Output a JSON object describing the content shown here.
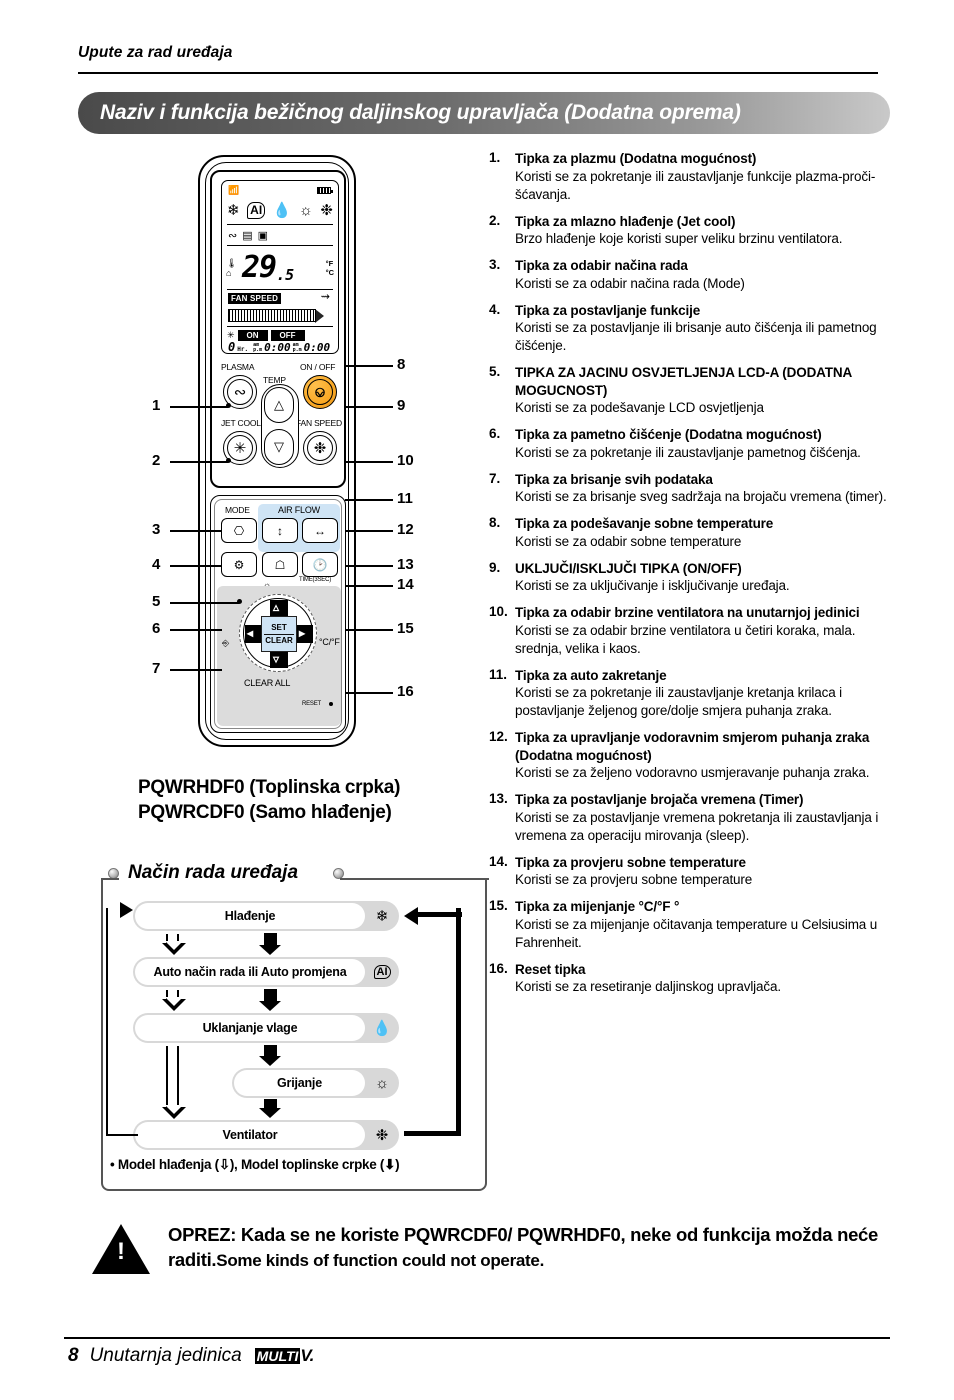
{
  "running_head": "Upute za rad uređaja",
  "title": "Naziv i funkcija bežičnog daljinskog upravljača (Dodatna oprema)",
  "remote": {
    "lcd": {
      "signal_icon": "signal-icon",
      "battery_icon": "battery-icon",
      "mode_icons": [
        "snowflake-icon",
        "ai-icon",
        "droplet-icon",
        "sun-icon",
        "fan-icon"
      ],
      "sub_icons": [
        "plasma-icon",
        "filter-icon",
        "clean-icon"
      ],
      "temp_whole": "29",
      "temp_decimal": ".5",
      "unit_f": "°F",
      "unit_c": "°C",
      "fan_speed_label": "FAN SPEED",
      "swing_icon": "swing-icon",
      "timer_star_icon": "star-icon",
      "timer_on": "ON",
      "timer_off": "OFF",
      "hour_digit": "0",
      "hour_unit": "Hr.",
      "am": "am",
      "pm": "p.m",
      "time_on": "0:00",
      "time_off": "0:00"
    },
    "buttons": {
      "plasma": "PLASMA",
      "temp": "TEMP",
      "on_off": "ON / OFF",
      "jet_cool": "JET COOL",
      "fan_speed": "FAN SPEED",
      "mode": "MODE",
      "air_flow": "AIR FLOW",
      "time_3sec": "TIME(3SEC)",
      "set": "SET",
      "clear": "CLEAR",
      "clear_all": "CLEAR ALL",
      "reset": "RESET",
      "celsius_fahrenheit": "°C/°F"
    },
    "callouts_left": [
      "1",
      "2",
      "3",
      "4",
      "5",
      "6",
      "7"
    ],
    "callouts_right": [
      "8",
      "9",
      "10",
      "11",
      "12",
      "13",
      "14",
      "15",
      "16"
    ]
  },
  "models": {
    "line1": "PQWRHDF0 (Toplinska crpka)",
    "line2": "PQWRCDF0 (Samo hlađenje)"
  },
  "flow": {
    "heading": "Način rada uređaja",
    "steps": [
      {
        "label": "Hlađenje",
        "icon": "snowflake-icon"
      },
      {
        "label": "Auto način rada ili Auto promjena",
        "icon": "ai-icon"
      },
      {
        "label": "Uklanjanje vlage",
        "icon": "droplet-icon"
      },
      {
        "label": "Grijanje",
        "icon": "sun-icon"
      },
      {
        "label": "Ventilator",
        "icon": "fan-icon"
      }
    ],
    "legend": "• Model hlađenja (⇩), Model toplinske crpke (⬇)"
  },
  "functions": [
    {
      "n": "1.",
      "head": "Tipka za plazmu (Dodatna mogućnost)",
      "body": "Koristi se za pokretanje ili zaustavljanje funkcije plazma-proči-šćavanja."
    },
    {
      "n": "2.",
      "head": "Tipka za mlazno hlađenje (Jet cool)",
      "body": "Brzo hlađenje koje koristi super veliku brzinu ventilatora."
    },
    {
      "n": "3.",
      "head": "Tipka za odabir načina rada",
      "body": "Koristi se za odabir načina rada (Mode)"
    },
    {
      "n": "4.",
      "head": "Tipka za postavljanje funkcije",
      "body": "Koristi se za postavljanje ili brisanje auto čišćenja ili pametnog čišćenje."
    },
    {
      "n": "5.",
      "head": "TIPKA ZA JACINU OSVJETLJENJA LCD-A (DODATNA MOGUCNOST)",
      "body": "Koristi se za podešavanje LCD osvjetljenja"
    },
    {
      "n": "6.",
      "head": "Tipka za pametno čišćenje (Dodatna mogućnost)",
      "body": "Koristi se za pokretanje ili zaustavljanje pametnog čišćenja."
    },
    {
      "n": "7.",
      "head": "Tipka za brisanje svih podataka",
      "body": "Koristi se za brisanje sveg sadržaja na brojaču vremena (timer)."
    },
    {
      "n": "8.",
      "head": "Tipka za podešavanje sobne temperature",
      "body": "Koristi se za odabir sobne temperature"
    },
    {
      "n": "9.",
      "head": "UKLJUČI/ISKLJUČI TIPKA (ON/OFF)",
      "body": "Koristi se za uključivanje i isključivanje uređaja."
    },
    {
      "n": "10.",
      "head": "Tipka za odabir brzine ventilatora na unutarnjoj jedinici",
      "body": "Koristi se za odabir brzine ventilatora u četiri koraka, mala. srednja, velika i kaos."
    },
    {
      "n": "11.",
      "head": "Tipka za auto zakretanje",
      "body": "Koristi se za pokretanje ili zaustavljanje kretanja krilaca i postavljanje željenog gore/dolje smjera puhanja zraka."
    },
    {
      "n": "12.",
      "head": "Tipka za upravljanje vodoravnim smjerom puhanja zraka (Dodatna mogućnost)",
      "body": "Koristi se za željeno vodoravno usmjeravanje puhanja zraka."
    },
    {
      "n": "13.",
      "head": "Tipka za postavljanje brojača vremena (Timer)",
      "body": "Koristi se za postavljanje vremena pokretanja ili zaustavljanja i vremena za operaciju mirovanja (sleep)."
    },
    {
      "n": "14.",
      "head": "Tipka za provjeru sobne temperature",
      "body": "Koristi se za provjeru sobne temperature"
    },
    {
      "n": "15.",
      "head": "Tipka za mijenjanje °C/°F °",
      "body": "Koristi se za mijenjanje očitavanja  temperature u Celsiusima u Fahrenheit."
    },
    {
      "n": "16.",
      "head": "Reset tipka",
      "body": "Koristi se za resetiranje daljinskog upravljača."
    }
  ],
  "caution": {
    "text_hr": "OPREZ: Kada se ne koriste PQWRCDF0/ PQWRHDF0, neke od funkcija možda neće raditi.",
    "text_en": "Some kinds of function could not operate."
  },
  "footer": {
    "page": "8",
    "text": "Unutarnja jedinica",
    "brand_main": "MULTI",
    "brand_v": "V."
  }
}
